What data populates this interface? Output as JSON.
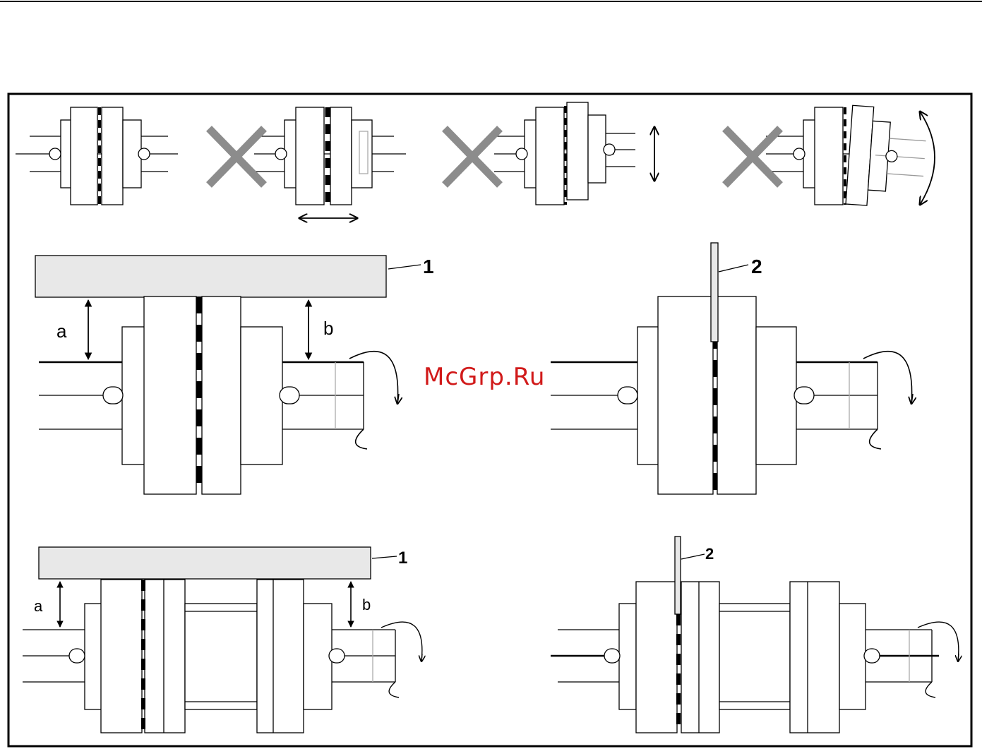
{
  "watermark": "McGrp.Ru",
  "labels": {
    "ruler": "1",
    "feeler_gauge": "2",
    "gap_a": "a",
    "gap_b": "b"
  },
  "colors": {
    "line": "#000000",
    "ruler_fill": "#e8e8e8",
    "cross": "#8c8c8c",
    "watermark": "#d11a1a"
  },
  "icons": {
    "wrong": "cross-mark-icon",
    "axial_offset": "double-arrow-horizontal-icon",
    "radial_offset": "double-arrow-vertical-icon",
    "angular_offset": "curved-double-arrow-icon",
    "rotation": "rotation-arrow-icon"
  }
}
